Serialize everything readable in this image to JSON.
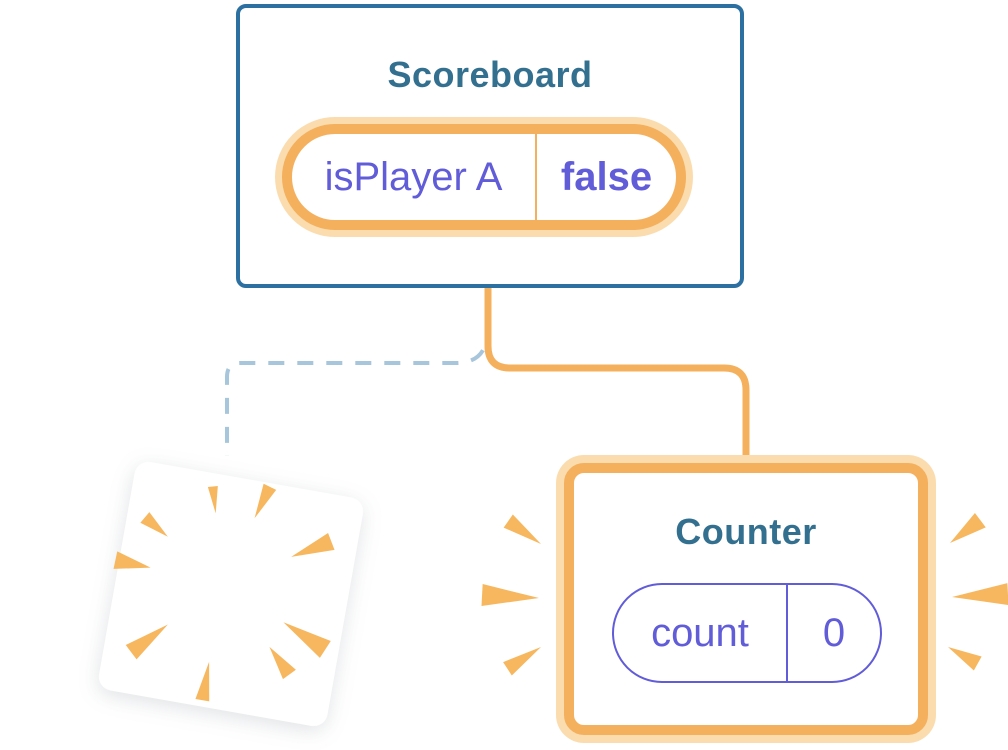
{
  "diagram": {
    "scoreboard_card": {
      "title": "Scoreboard",
      "state": {
        "key": "isPlayer A",
        "value": "false"
      }
    },
    "counter_card": {
      "title": "Counter",
      "state": {
        "key": "count",
        "value": "0"
      }
    },
    "icons": {
      "sparkles": "sparkles-icon",
      "poof_burst": "poof-burst-icon",
      "emphasis_left": "emphasis-marks-left",
      "emphasis_right": "emphasis-marks-right"
    },
    "colors": {
      "accent_orange": "#F4B05C",
      "halo_peach": "#FBDCAE",
      "burst_orange": "#F6B75F",
      "card_border_blue": "#2C70A2",
      "title_teal": "#33708F",
      "state_purple": "#615CD8",
      "dashed_line_blue": "#A7C5DB",
      "card_background": "#FFFFFF"
    }
  }
}
